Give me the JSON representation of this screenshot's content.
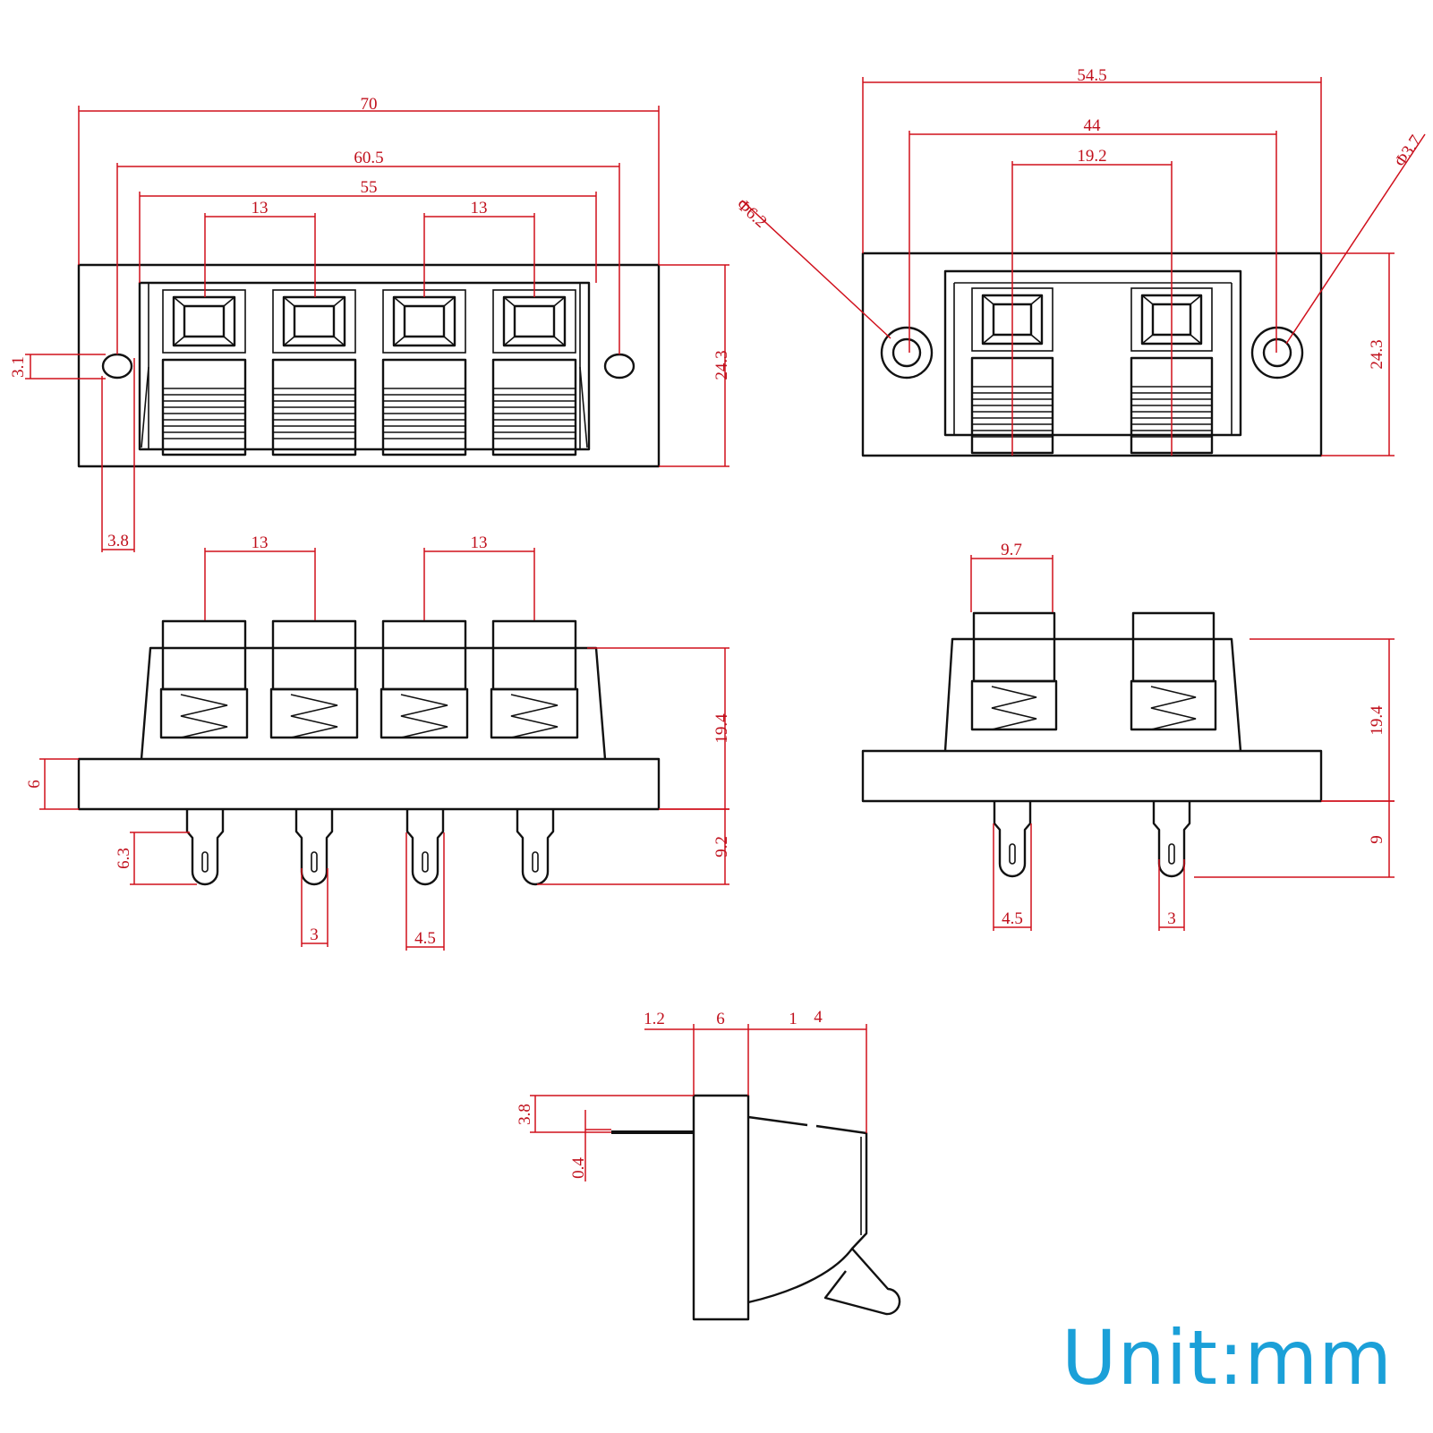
{
  "unit_label": "Unit:mm",
  "colors": {
    "outline": "#111111",
    "dimension": "#d0101c",
    "unit_text": "#1ba0d8"
  },
  "four_position_front": {
    "overall_width": "70",
    "hole_pitch": "60.5",
    "inner_width": "55",
    "pitch_left": "13",
    "pitch_right": "13",
    "height": "24.3",
    "hole_height": "3.1",
    "hole_width": "3.8"
  },
  "two_position_front": {
    "overall_width": "54.5",
    "hole_pitch": "44",
    "terminal_pitch": "19.2",
    "boss_diameter": "Φ6.2",
    "hole_diameter": "Φ3.7",
    "height": "24.3"
  },
  "four_position_side": {
    "pitch_left": "13",
    "pitch_right": "13",
    "base_thickness": "6",
    "body_height": "19.4",
    "pin_length": "9.2",
    "pin_tip": "6.3",
    "pin_width": "3",
    "pin_shoulder": "4.5"
  },
  "two_position_side": {
    "cap_width": "9.7",
    "body_height": "19.4",
    "pin_length": "9",
    "pin_shoulder": "4.5",
    "pin_width": "3"
  },
  "end_view": {
    "d1": "1.2",
    "d2": "6",
    "d3": "1",
    "d4": "4",
    "offset": "3.8",
    "pin_thickness": "0.4"
  }
}
